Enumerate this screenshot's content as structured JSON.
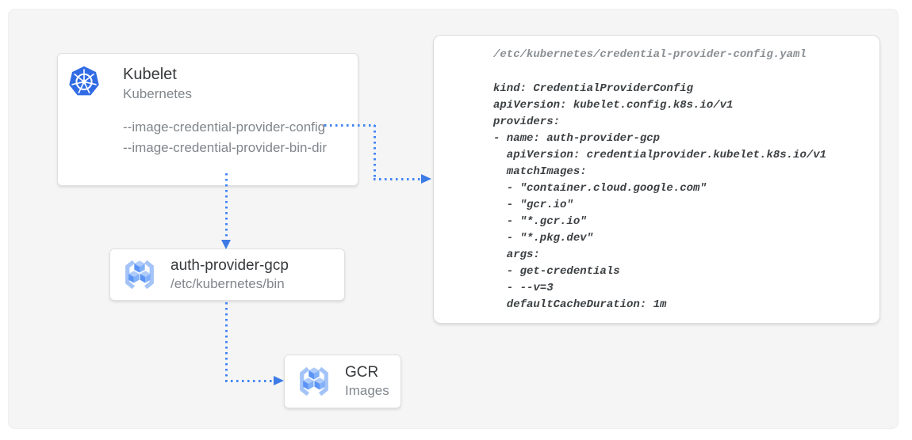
{
  "diagram": {
    "nodes": {
      "kubelet": {
        "title": "Kubelet",
        "subtitle": "Kubernetes",
        "flags": [
          "--image-credential-provider-config",
          "--image-credential-provider-bin-dir"
        ],
        "icon": "kubernetes-icon"
      },
      "auth_provider": {
        "title": "auth-provider-gcp",
        "subtitle": "/etc/kubernetes/bin",
        "icon": "container-registry-icon"
      },
      "gcr": {
        "title": "GCR",
        "subtitle": "Images",
        "icon": "container-registry-icon"
      }
    },
    "config_file": {
      "filename": "/etc/kubernetes/credential-provider-config.yaml",
      "lines": [
        "kind: CredentialProviderConfig",
        "apiVersion: kubelet.config.k8s.io/v1",
        "providers:",
        "- name: auth-provider-gcp",
        "  apiVersion: credentialprovider.kubelet.k8s.io/v1",
        "  matchImages:",
        "  - \"container.cloud.google.com\"",
        "  - \"gcr.io\"",
        "  - \"*.gcr.io\"",
        "  - \"*.pkg.dev\"",
        "  args:",
        "  - get-credentials",
        "  - --v=3",
        "  defaultCacheDuration: 1m"
      ]
    },
    "connections": [
      {
        "from": "kubelet.--image-credential-provider-config",
        "to": "config_file",
        "style": "dotted-arrow"
      },
      {
        "from": "kubelet",
        "to": "auth_provider",
        "style": "dotted-arrow"
      },
      {
        "from": "auth_provider",
        "to": "gcr",
        "style": "dotted-arrow"
      }
    ],
    "colors": {
      "accent_blue": "#4285F4",
      "kubernetes_blue": "#326CE5",
      "registry_bracket_blue": "#A4C4F8",
      "registry_cube_top": "#AECBFA",
      "registry_cube_left": "#5B94F6",
      "registry_cube_right": "#82B1F9",
      "canvas_bg": "#F5F5F6",
      "card_bg": "#FFFFFF",
      "title_text": "#37393C",
      "muted_text": "#80868B",
      "code_text": "#3C4043",
      "code_filename_text": "#8A8F94"
    }
  }
}
